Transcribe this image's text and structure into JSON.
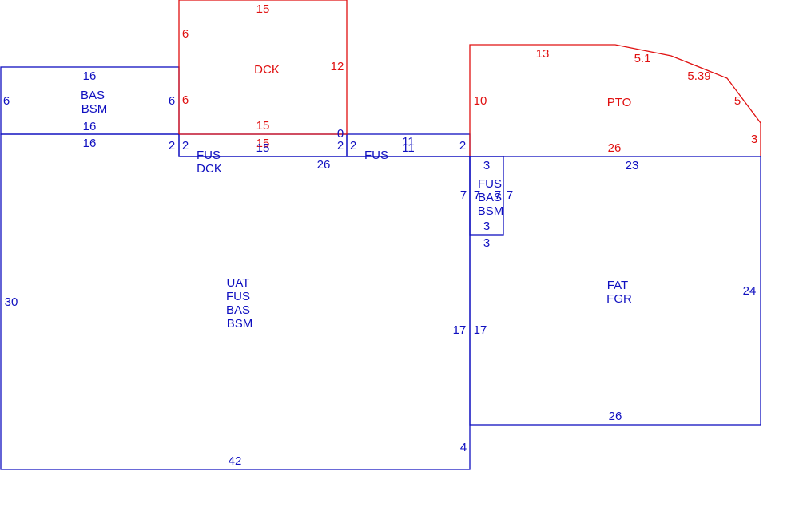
{
  "colors": {
    "existing": "#1010c0",
    "addition": "#e01010",
    "background": "#ffffff"
  },
  "sections": {
    "deck_top": {
      "code": "DCK",
      "dims": {
        "top": "15",
        "left": "6",
        "right": "12",
        "left_lower": "6",
        "bottom_inner": "15",
        "corner": "0"
      }
    },
    "basement_left": {
      "codes": [
        "BAS",
        "BSM"
      ],
      "dims": {
        "top": "16",
        "left": "6",
        "right": "6",
        "bottom": "16"
      }
    },
    "main_house": {
      "codes": [
        "UAT",
        "FUS",
        "BAS",
        "BSM"
      ],
      "dims": {
        "top": "16",
        "left": "30",
        "bottom": "42",
        "right": "17",
        "right_step": "4",
        "top_left_step": "2"
      }
    },
    "fus_dck_strip": {
      "codes": [
        "FUS",
        "DCK"
      ],
      "dims": {
        "top": "15",
        "top_inner": "15",
        "left": "2",
        "right": "2",
        "bottom": "26"
      }
    },
    "fus_strip": {
      "code": "FUS",
      "dims": {
        "top": "11",
        "top_inner": "11",
        "left": "2",
        "right": "2"
      }
    },
    "small_bay": {
      "codes": [
        "FUS",
        "BAS",
        "BSM"
      ],
      "dims": {
        "top": "3",
        "bottom": "3",
        "bottom_outer": "3",
        "left": "7",
        "left_inner": "7",
        "right_inner": "7",
        "right": "7"
      }
    },
    "porch": {
      "code": "PTO",
      "dims": {
        "top": "13",
        "diag1": "5.1",
        "diag2": "5.39",
        "diag3": "5",
        "right": "3",
        "left": "10",
        "bottom": "26"
      }
    },
    "garage": {
      "codes": [
        "FAT",
        "FGR"
      ],
      "dims": {
        "top": "23",
        "right": "24",
        "bottom": "26",
        "left": "17"
      }
    }
  }
}
